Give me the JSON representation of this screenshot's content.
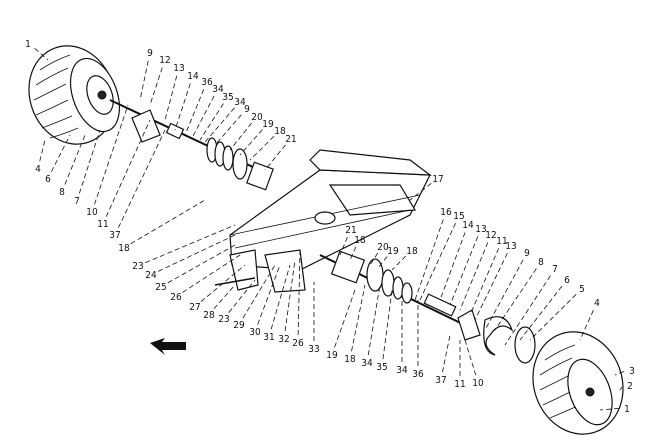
{
  "diagram": {
    "type": "exploded-parts-diagram",
    "callouts": [
      "1",
      "4",
      "6",
      "8",
      "7",
      "10",
      "11",
      "37",
      "9",
      "12",
      "13",
      "14",
      "36",
      "34",
      "35",
      "34",
      "9",
      "20",
      "19",
      "18",
      "21",
      "18",
      "23",
      "24",
      "25",
      "26",
      "27",
      "28",
      "23",
      "29",
      "30",
      "31",
      "32",
      "26",
      "33",
      "19",
      "18",
      "34",
      "35",
      "34",
      "36",
      "21",
      "18",
      "20",
      "19",
      "18",
      "17",
      "16",
      "15",
      "14",
      "13",
      "12",
      "11",
      "13",
      "9",
      "8",
      "7",
      "6",
      "5",
      "4",
      "3",
      "2",
      "1",
      "10",
      "11",
      "37"
    ],
    "direction_arrow": "arrow-down-left"
  }
}
